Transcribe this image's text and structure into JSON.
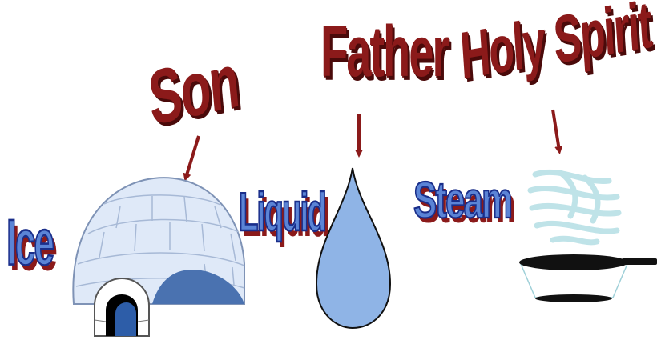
{
  "labels": {
    "son": "Son",
    "father": "Father",
    "holy_spirit": "Holy Spirit",
    "ice": "Ice",
    "liquid": "Liquid",
    "steam": "Steam"
  },
  "colors": {
    "trinity_text": "#8b1a1a",
    "state_text": "#5b84d6",
    "state_outline": "#1a2e8a",
    "igloo": "#dfe9f8",
    "drop": "#8fb4e6",
    "steam": "#bfe3e8",
    "pan": "#111111"
  }
}
